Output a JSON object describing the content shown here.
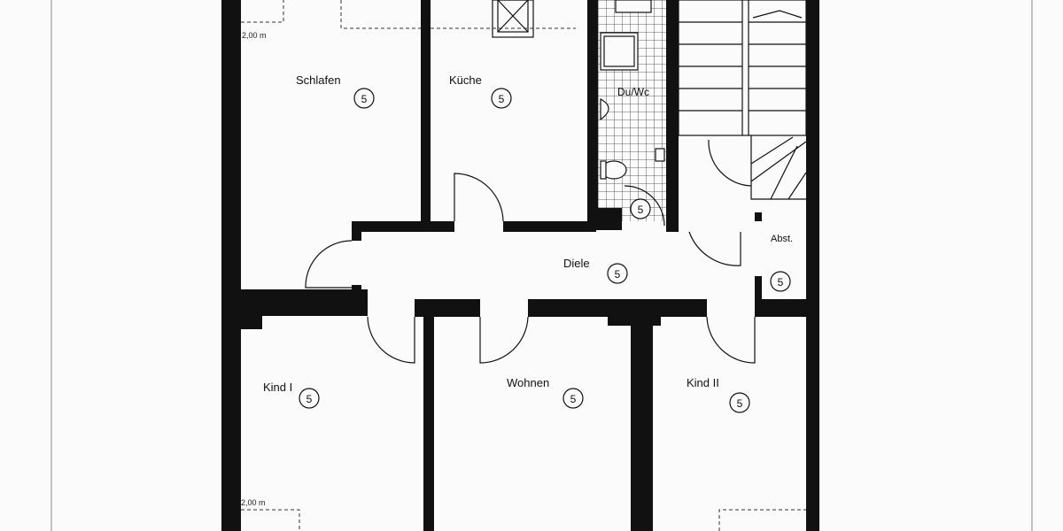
{
  "floor_plan": {
    "rooms": [
      {
        "key": "schlafen",
        "name": "Schlafen",
        "code": "5"
      },
      {
        "key": "kueche",
        "name": "Küche",
        "code": "5"
      },
      {
        "key": "bad",
        "name": "Du/Wc",
        "code": "5"
      },
      {
        "key": "diele",
        "name": "Diele",
        "code": "5"
      },
      {
        "key": "abst",
        "name": "Abst.",
        "code": "5"
      },
      {
        "key": "kind1",
        "name": "Kind I",
        "code": "5"
      },
      {
        "key": "wohnen",
        "name": "Wohnen",
        "code": "5"
      },
      {
        "key": "kind2",
        "name": "Kind II",
        "code": "5"
      }
    ],
    "dimensions": {
      "top_window": "2,00 m",
      "bottom_window": "2,00 m"
    },
    "colors": {
      "wall": "#111111",
      "paper": "#fbfbfb",
      "tile_grid": "#333333",
      "border_line": "#888888"
    }
  }
}
